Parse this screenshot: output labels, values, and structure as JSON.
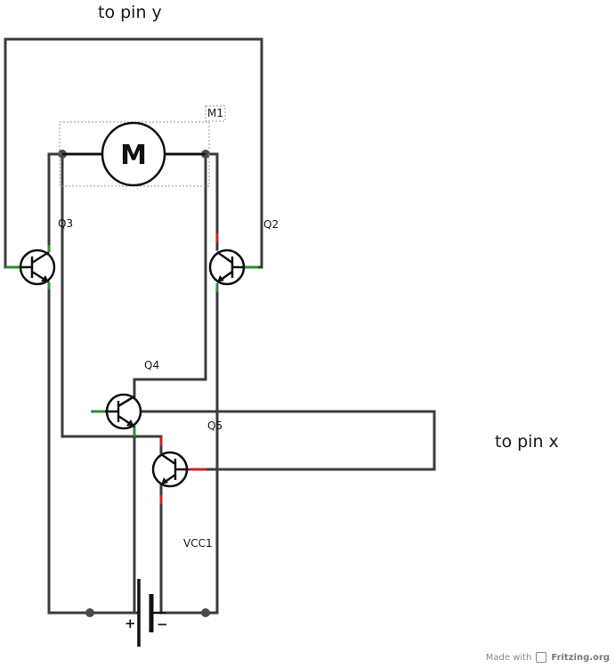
{
  "labels": {
    "pin_y": "to pin y",
    "pin_x": "to pin x",
    "motor_ref": "M1",
    "motor_symbol": "M",
    "q2": "Q2",
    "q3": "Q3",
    "q4": "Q4",
    "q5": "Q5",
    "vcc": "VCC1",
    "battery_plus": "+",
    "battery_minus": "−"
  },
  "footer": {
    "made_with": "Made with",
    "brand": "Fritzing.org",
    "logo_icon": "fritzing-logo-icon"
  },
  "colors": {
    "wire": "#3c3c3c",
    "pin_red": "#cc2222",
    "pin_green": "#2f8f2f"
  }
}
